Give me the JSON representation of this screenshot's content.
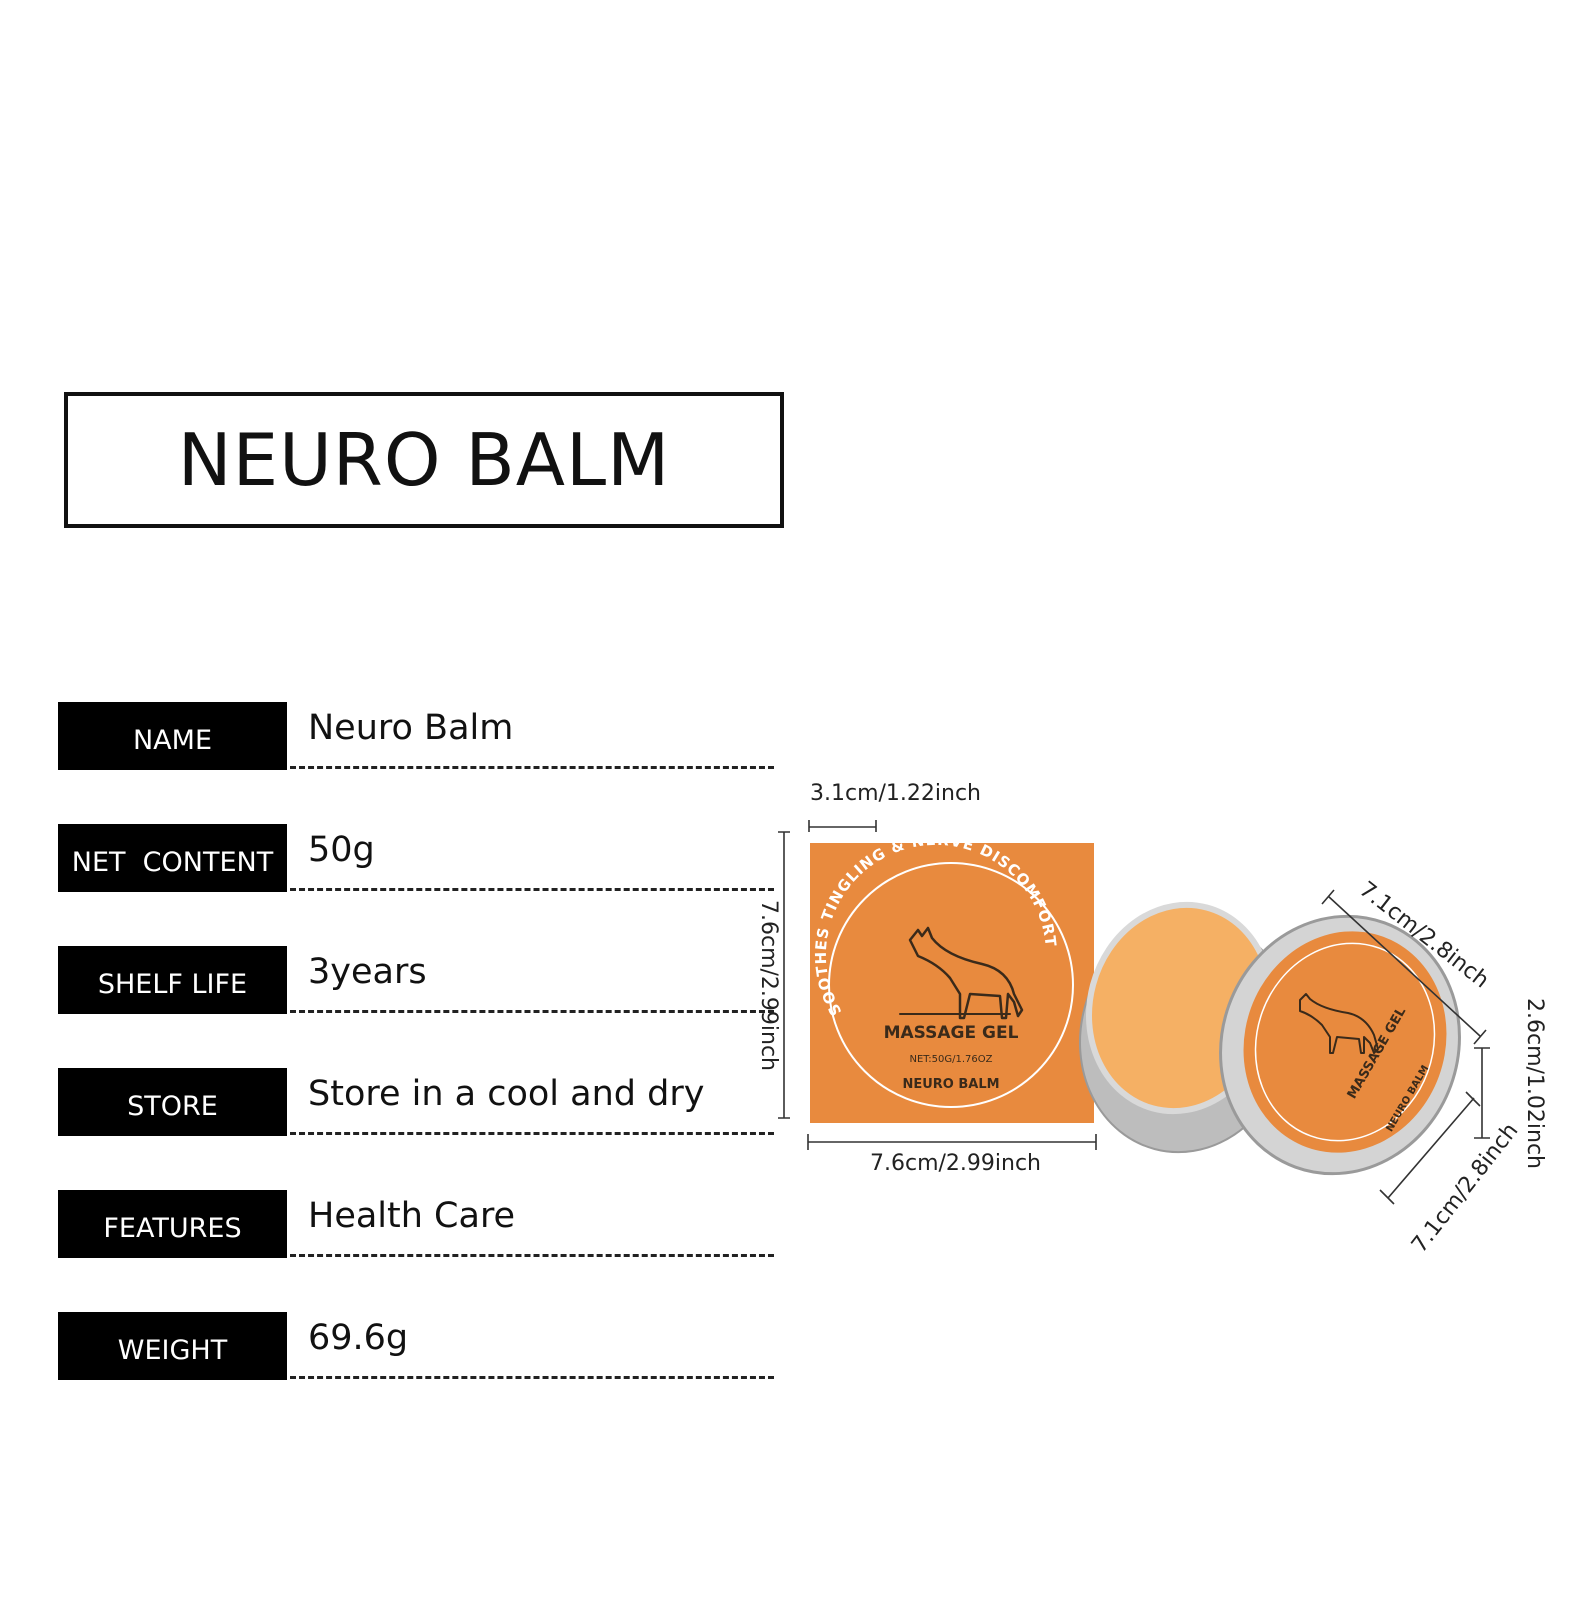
{
  "title": "NEURO BALM",
  "specs": [
    {
      "label": "NAME",
      "value": "Neuro Balm"
    },
    {
      "label": "NET  CONTENT",
      "value": "50g"
    },
    {
      "label": "SHELF LIFE",
      "value": "3years"
    },
    {
      "label": "STORE",
      "value": "Store in a cool and dry"
    },
    {
      "label": "FEATURES",
      "value": "Health Care"
    },
    {
      "label": "WEIGHT",
      "value": "69.6g"
    }
  ],
  "dimensions": {
    "box_depth": "3.1cm/1.22inch",
    "box_height": "7.6cm/2.99inch",
    "box_width": "7.6cm/2.99inch",
    "tin_diameter_top": "7.1cm/2.8inch",
    "tin_diameter_bottom": "7.1cm/2.8inch",
    "tin_height": "2.6cm/1.02inch"
  },
  "package": {
    "arc_text": "SOOTHES TINGLING & NERVE DISCOMFORT",
    "product_type": "MASSAGE GEL",
    "net": "NET:50G/1.76OZ",
    "brand": "NEURO BALM"
  },
  "colors": {
    "package_orange": "#E88A3E",
    "balm": "#F5B064",
    "tin": "#C9C9C9"
  }
}
